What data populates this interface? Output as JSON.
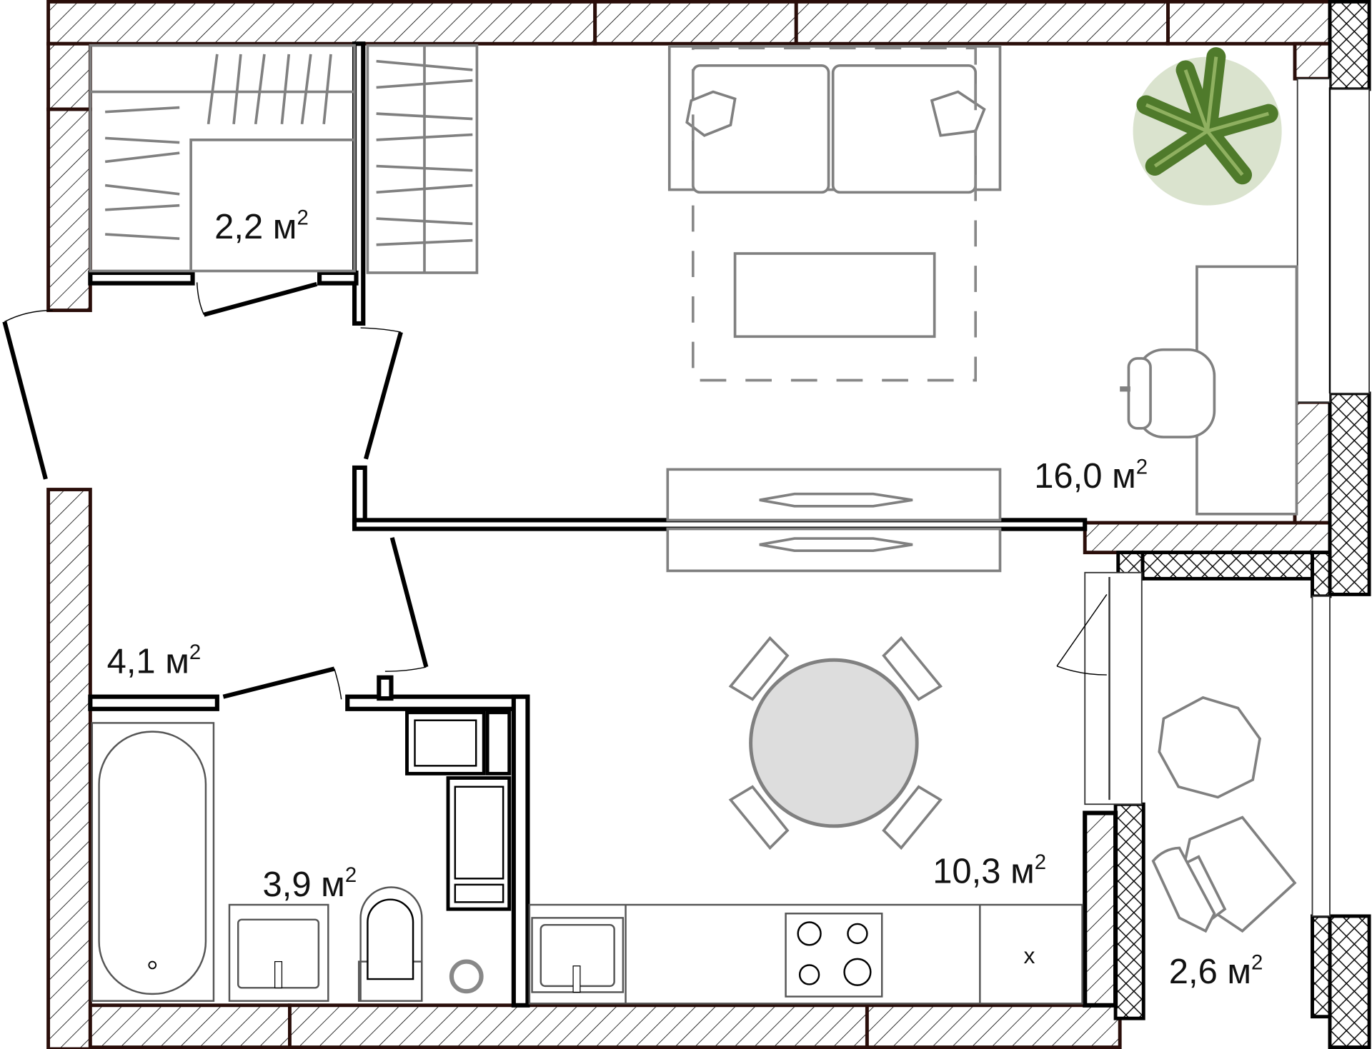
{
  "rooms": [
    {
      "name": "wardrobe",
      "area": "2,2 м",
      "exp": "2"
    },
    {
      "name": "living-room",
      "area": "16,0 м",
      "exp": "2"
    },
    {
      "name": "hallway",
      "area": "4,1 м",
      "exp": "2"
    },
    {
      "name": "bathroom",
      "area": "3,9 м",
      "exp": "2"
    },
    {
      "name": "kitchen",
      "area": "10,3 м",
      "exp": "2"
    },
    {
      "name": "balcony",
      "area": "2,6 м",
      "exp": "2"
    }
  ],
  "fridge_mark": "x",
  "colors": {
    "wall_edge": "#2a0e0a",
    "furniture": "#808080",
    "table_fill": "#dddddd",
    "plant": "#5a7a2a"
  }
}
